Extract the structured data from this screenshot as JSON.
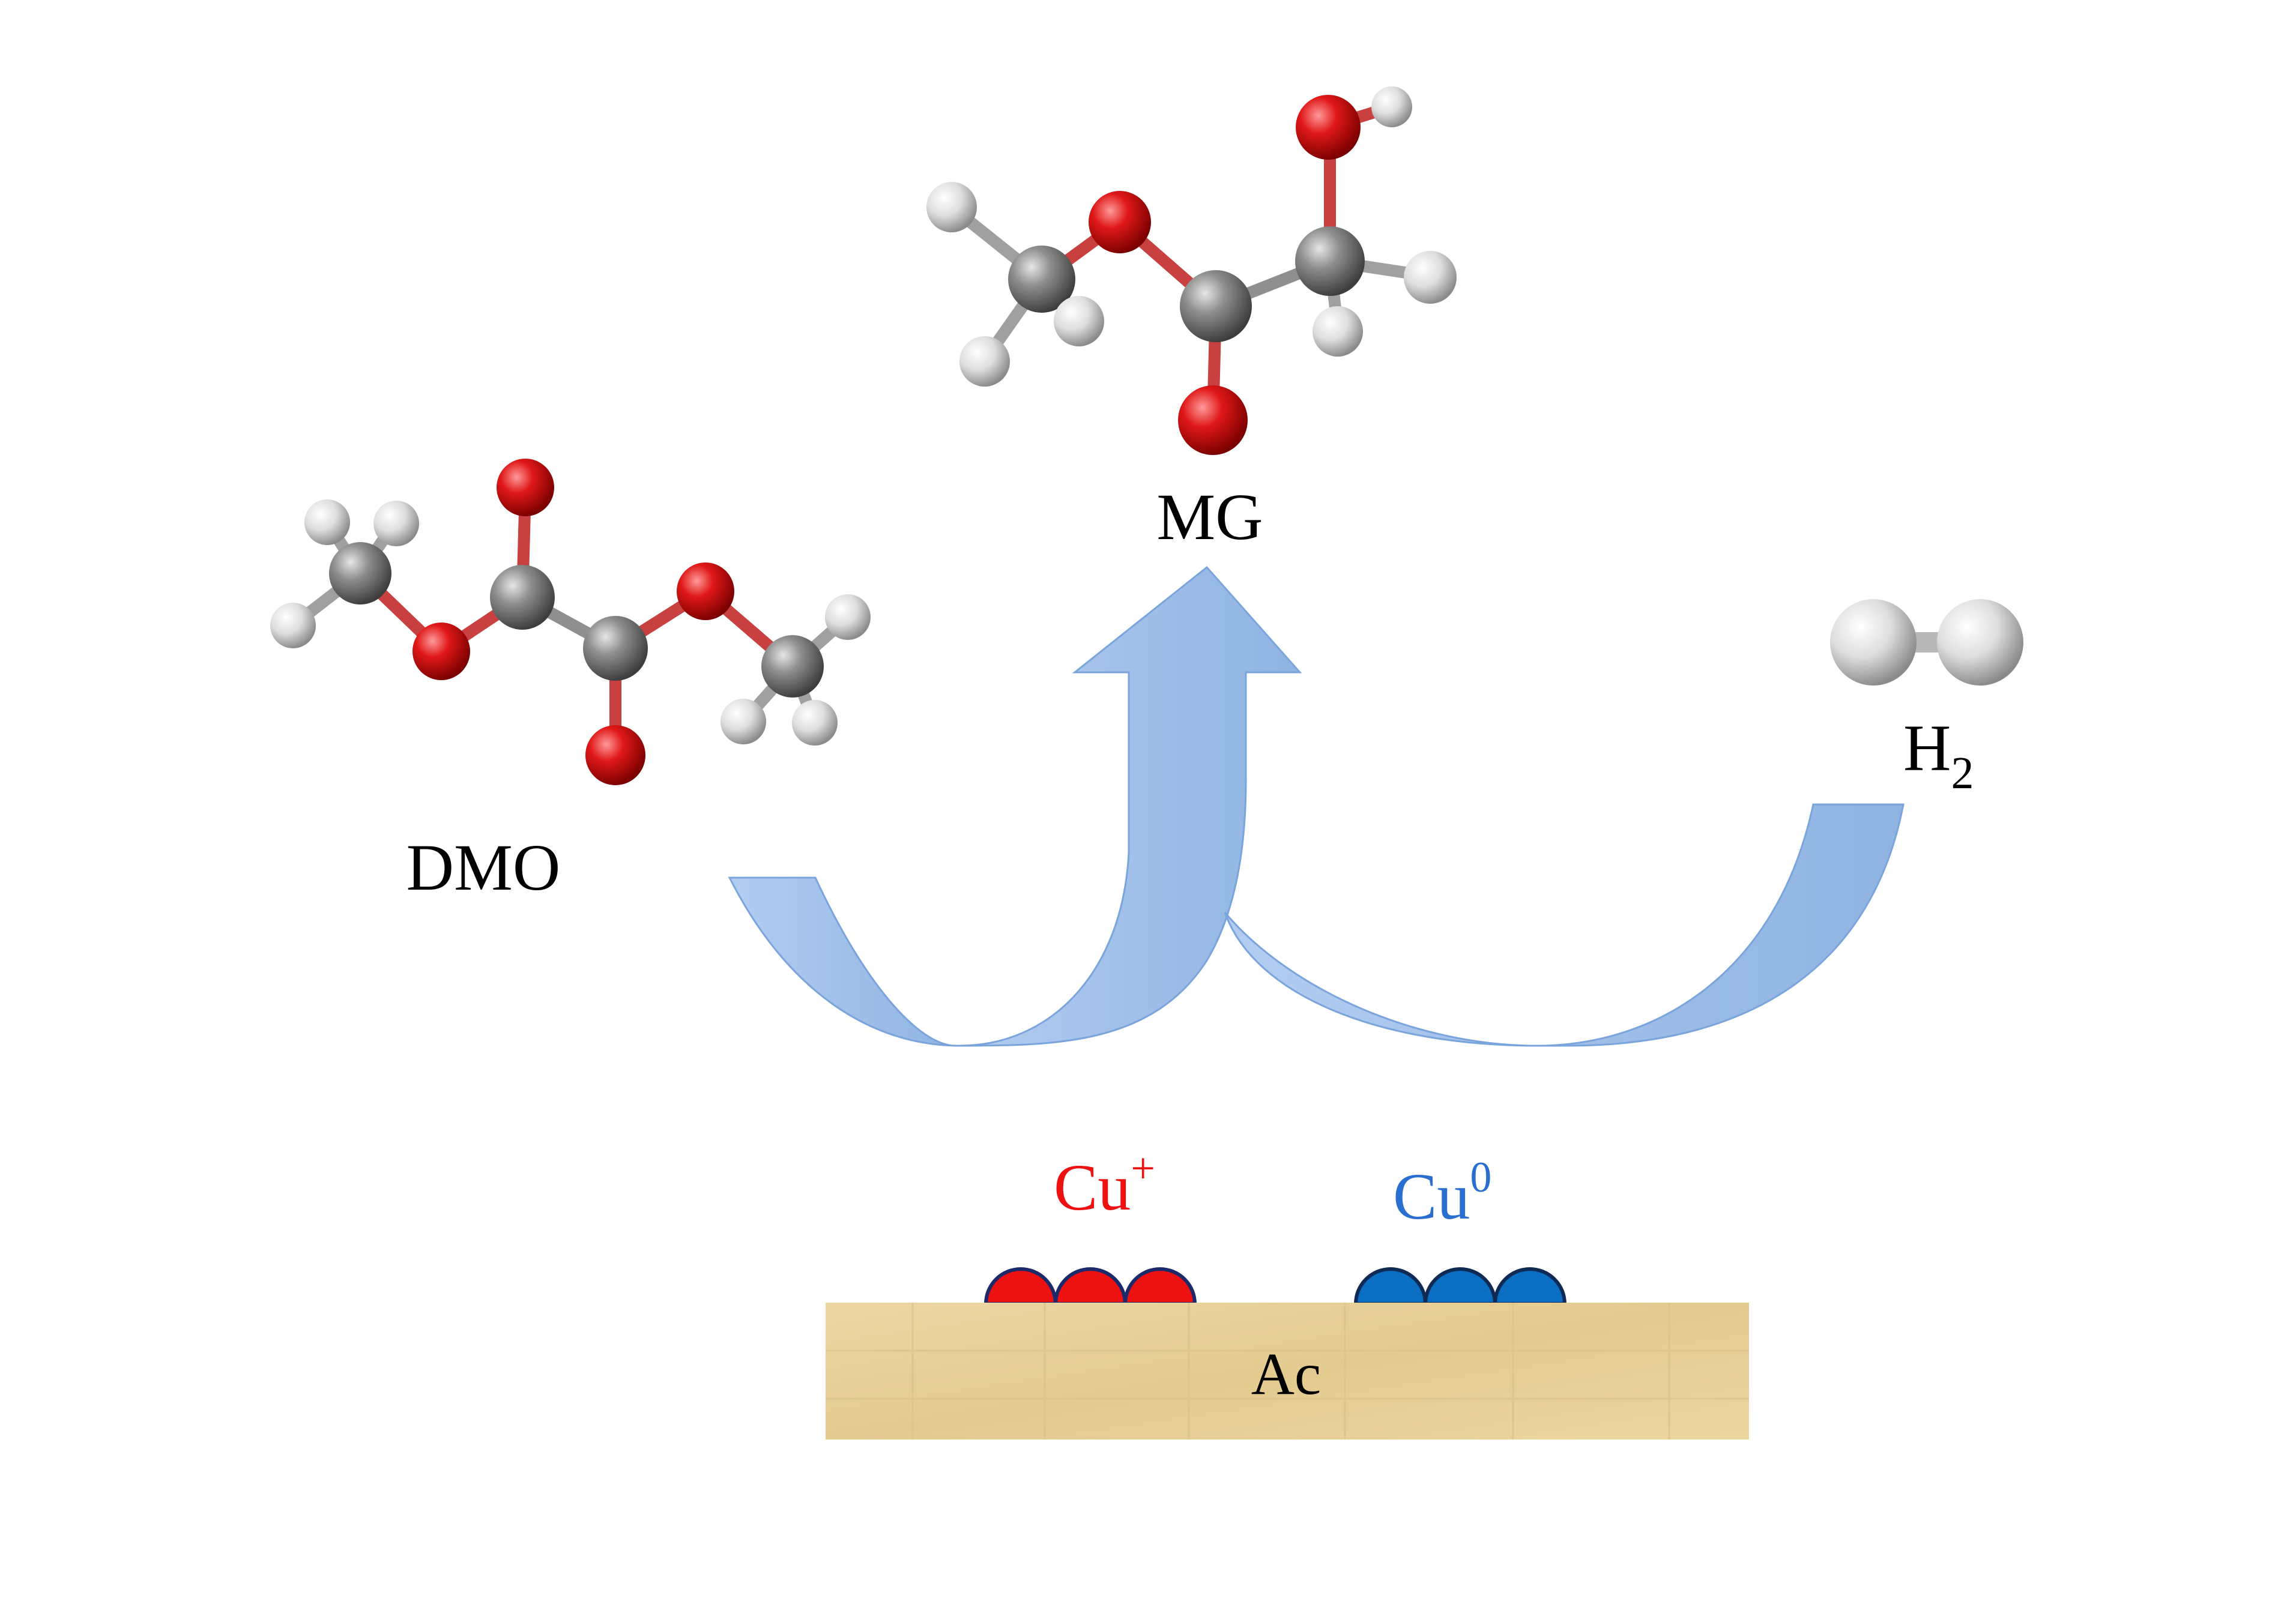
{
  "molecules": {
    "dmo": {
      "label": "DMO"
    },
    "mg": {
      "label": "MG"
    },
    "h2": {
      "label": "H",
      "subscript": "2"
    }
  },
  "catalyst": {
    "cu_plus": {
      "label": "Cu",
      "superscript": "+"
    },
    "cu_zero": {
      "label": "Cu",
      "superscript": "0"
    },
    "support": {
      "label": "Ac"
    }
  },
  "colors": {
    "arrow": "#9bbce6",
    "cu_plus": "#ee1111",
    "cu_zero": "#0a6ec2",
    "support": "#e8d29c",
    "carbon": "#7d7f7d",
    "oxygen": "#d01010",
    "hydrogen": "#e6e6e6"
  }
}
